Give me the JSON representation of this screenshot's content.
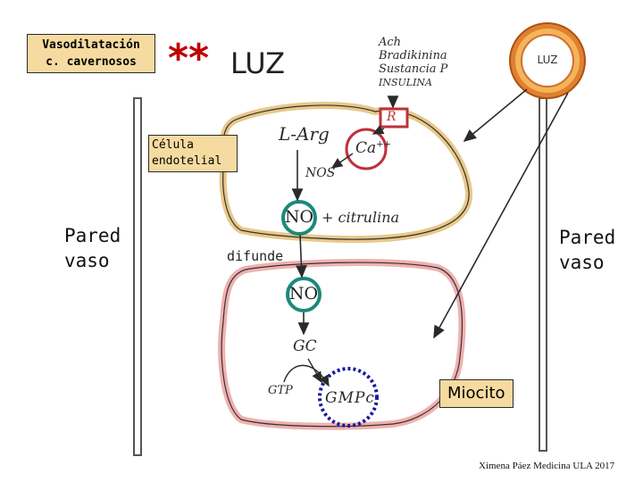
{
  "top_left_box": {
    "line1": "Vasodilatación",
    "line2": "c. cavernosos"
  },
  "stars": "**",
  "lumen_label": "LUZ",
  "vessel_badge": "LUZ",
  "agonists": [
    "Ach",
    "Bradikinina",
    "Sustancia P",
    "INSULINA"
  ],
  "receptor": "R",
  "endothelial_cell_label": {
    "line1": "Célula",
    "line2": "endotelial"
  },
  "l_arg": "L-Arg",
  "calcium": "Ca",
  "calcium_charge": "++",
  "nos": "NOS",
  "no_label": "NO",
  "plus_citrulina": "+ citrulina",
  "difunde": "difunde",
  "myocyte_no": "NO",
  "gc": "GC",
  "gtp": "GTP",
  "gmpc": "GMPc",
  "myocyte_label": "Miocito",
  "wall_left": {
    "line1": "Pared",
    "line2": "vaso"
  },
  "wall_right": {
    "line1": "Pared",
    "line2": "vaso"
  },
  "credit": "Ximena Páez Medicina ULA 2017",
  "colors": {
    "label_bg": "#f6dba0",
    "cell_outline": "#e8c88a",
    "myocyte_outline": "#f0b0b0",
    "no_circle": "#1a8a7a",
    "gmpc_circle": "#1a1a9a",
    "receptor": "#c0303a",
    "stars": "#c00000",
    "badge_outer": "#e08030",
    "badge_inner": "#f4b45a"
  }
}
